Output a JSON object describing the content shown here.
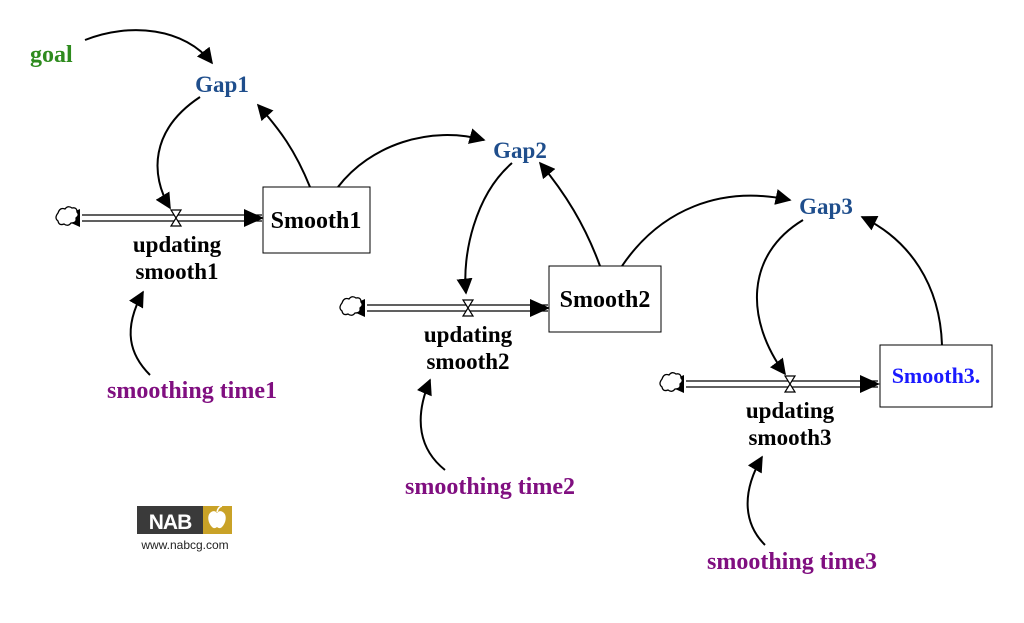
{
  "variables": {
    "goal": "goal",
    "gap1": "Gap1",
    "gap2": "Gap2",
    "gap3": "Gap3",
    "smoothing_time1": "smoothing time1",
    "smoothing_time2": "smoothing time2",
    "smoothing_time3": "smoothing time3"
  },
  "stocks": {
    "smooth1": "Smooth1",
    "smooth2": "Smooth2",
    "smooth3": "Smooth3."
  },
  "flows": {
    "updating1_line1": "updating",
    "updating1_line2": "smooth1",
    "updating2_line1": "updating",
    "updating2_line2": "smooth2",
    "updating3_line1": "updating",
    "updating3_line2": "smooth3"
  },
  "logo": {
    "brand": "NAB",
    "url": "www.nabcg.com"
  },
  "colors": {
    "goal": "#2e8b1e",
    "gap": "#1f4e8c",
    "smoothing_time": "#800f80",
    "smooth3": "#1a1aff",
    "logo_box": "#3a3a3a",
    "logo_accent": "#c9a227"
  }
}
